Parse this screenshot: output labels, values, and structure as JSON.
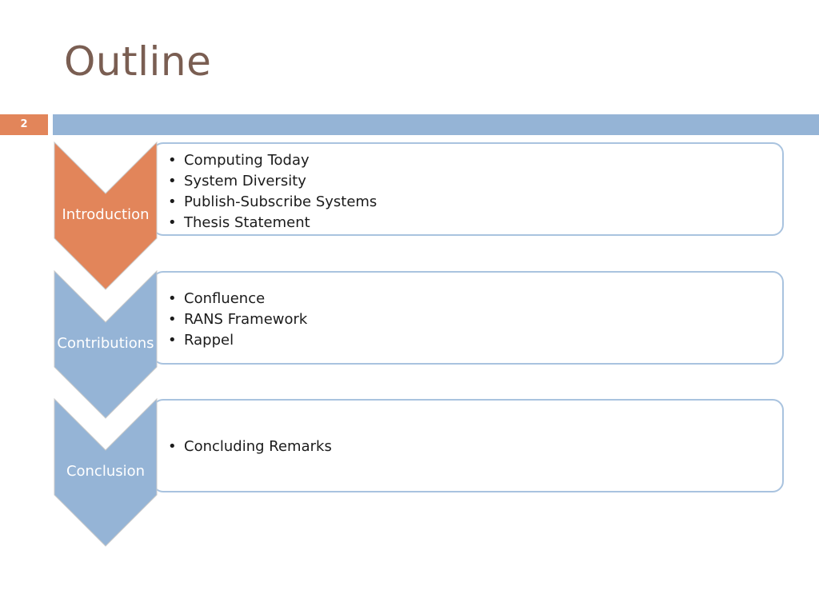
{
  "slide": {
    "title": "Outline",
    "page_number": "2"
  },
  "colors": {
    "accent_orange": "#e2855a",
    "accent_blue": "#95b4d6",
    "box_border": "#a9c3df",
    "title_color": "#7a5e52"
  },
  "sections": [
    {
      "label": "Introduction",
      "active": true,
      "items": [
        "Computing Today",
        "System Diversity",
        "Publish-Subscribe Systems",
        "Thesis Statement"
      ]
    },
    {
      "label": "Contributions",
      "active": false,
      "items": [
        "Confluence",
        "RANS Framework",
        "Rappel"
      ]
    },
    {
      "label": "Conclusion",
      "active": false,
      "items": [
        "Concluding Remarks"
      ]
    }
  ]
}
